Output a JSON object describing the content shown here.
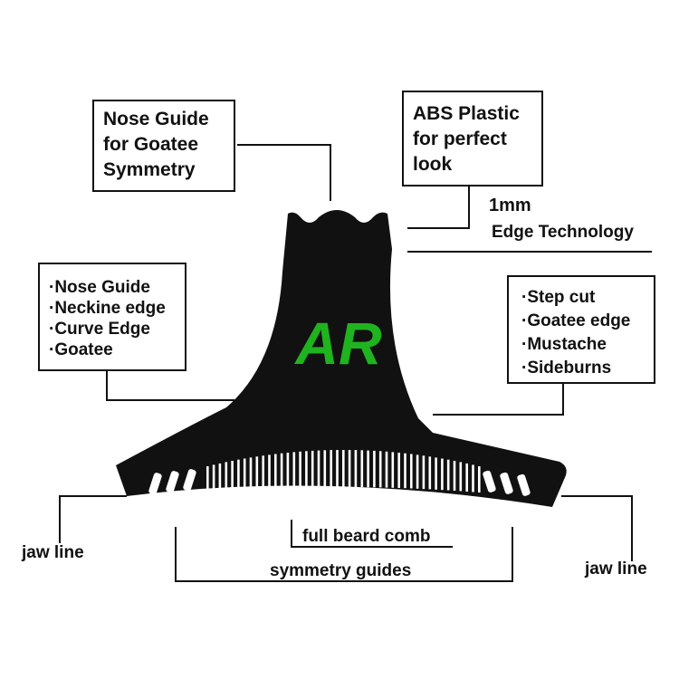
{
  "colors": {
    "comb": "#111111",
    "logo": "#1fb31f",
    "line": "#111111"
  },
  "logo": {
    "text": "AR"
  },
  "callouts": {
    "nose_guide_box": [
      "Nose Guide",
      "for Goatee",
      "Symmetry"
    ],
    "abs_plastic_box": [
      "ABS Plastic",
      "for perfect",
      "look"
    ],
    "edge": {
      "size": "1mm",
      "text": "Edge Technology"
    },
    "left_list": [
      "·Nose Guide",
      "·Neckine edge",
      "·Curve Edge",
      "·Goatee"
    ],
    "right_list": [
      "·Step cut",
      "·Goatee edge",
      "·Mustache",
      "·Sideburns"
    ],
    "jaw_left": "jaw line",
    "jaw_right": "jaw line",
    "comb": "full beard comb",
    "symmetry": "symmetry guides"
  }
}
